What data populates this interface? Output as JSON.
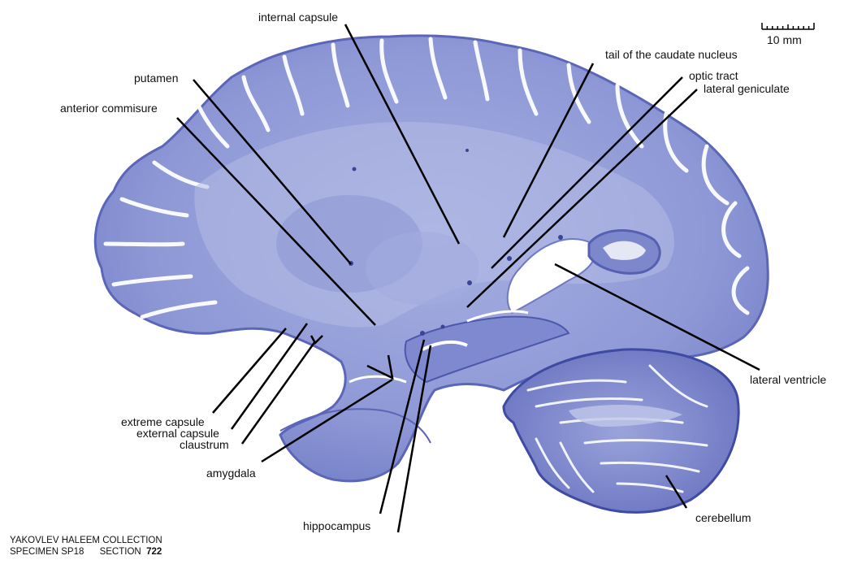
{
  "image": {
    "subject": "sagittal section of human brain, Nissl-stained",
    "stain_color": "#7b87cc",
    "tissue_dark_color": "#4a55a8",
    "background_color": "#ffffff"
  },
  "scale_bar": {
    "label": "10 mm"
  },
  "labels": {
    "internal_capsule": "internal capsule",
    "tail_caudate": "tail of the caudate nucleus",
    "optic_tract": "optic tract",
    "lateral_geniculate": "lateral geniculate",
    "putamen": "putamen",
    "anterior_commisure": "anterior commisure",
    "lateral_ventricle": "lateral ventricle",
    "extreme_capsule": "extreme capsule",
    "external_capsule": "external capsule",
    "claustrum": "claustrum",
    "amygdala": "amygdala",
    "hippocampus": "hippocampus",
    "cerebellum": "cerebellum"
  },
  "caption": {
    "line1": "YAKOVLEV HALEEM COLLECTION",
    "line2_specimen": "SPECIMEN SP18",
    "line2_section_label": "SECTION",
    "line2_section_number": "722"
  }
}
